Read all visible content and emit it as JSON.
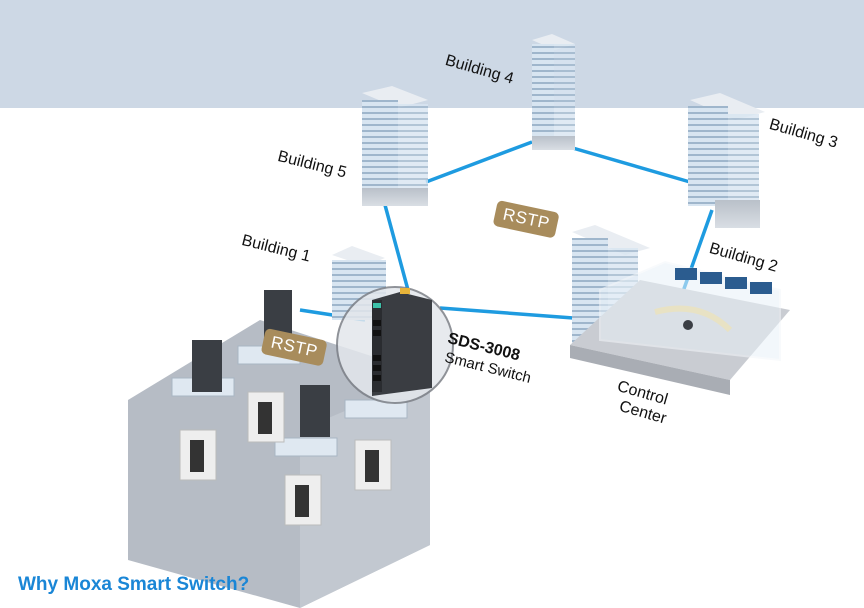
{
  "diagram": {
    "buildings": [
      {
        "id": "building-1",
        "label": "Building 1"
      },
      {
        "id": "building-2",
        "label": "Building 2"
      },
      {
        "id": "building-3",
        "label": "Building 3"
      },
      {
        "id": "building-4",
        "label": "Building 4"
      },
      {
        "id": "building-5",
        "label": "Building 5"
      }
    ],
    "control_center": {
      "line1": "Control",
      "line2": "Center"
    },
    "switch": {
      "model": "SDS-3008",
      "description": "Smart Switch"
    },
    "protocol_badges": [
      {
        "text": "RSTP",
        "location": "ring"
      },
      {
        "text": "RSTP",
        "location": "building-1"
      }
    ],
    "colors": {
      "link": "#1e9be0",
      "badge": "#a88c5c",
      "sky": "#cdd8e5",
      "title": "#1a86d6"
    }
  },
  "footer": {
    "title": "Why Moxa Smart Switch?"
  }
}
